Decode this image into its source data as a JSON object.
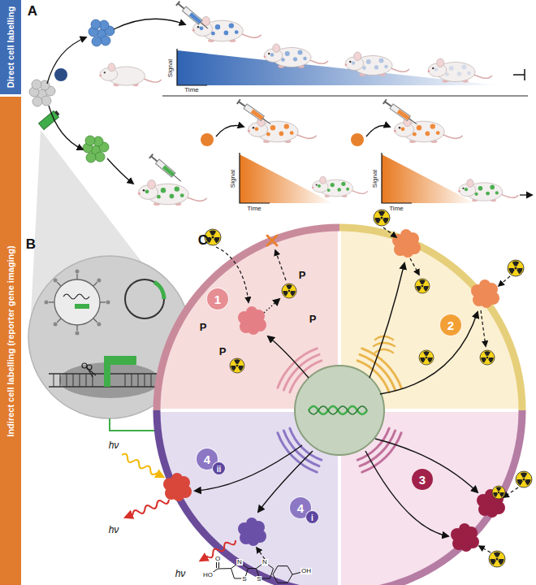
{
  "diagram": {
    "nodes": [
      {
        "text": [
          "Direct cell labelling"
        ]
      },
      {
        "text": [
          "Indirect cell labelling (reporter gene imaging)"
        ]
      },
      {
        "text": [
          "1"
        ]
      },
      {
        "text": [
          "2"
        ]
      },
      {
        "text": [
          "3"
        ]
      },
      {
        "text": [
          "4",
          "ii"
        ]
      },
      {
        "text": [
          "4",
          "i"
        ]
      }
    ],
    "labels": [
      "A",
      "Signal",
      "Time",
      "Signal",
      "Time",
      "Signal",
      "Time",
      "B",
      "C",
      "P",
      "P",
      "P",
      "P",
      "hν",
      "hν",
      "hν",
      "HO",
      "O",
      "N",
      "S",
      "S",
      "N",
      "OH"
    ]
  }
}
